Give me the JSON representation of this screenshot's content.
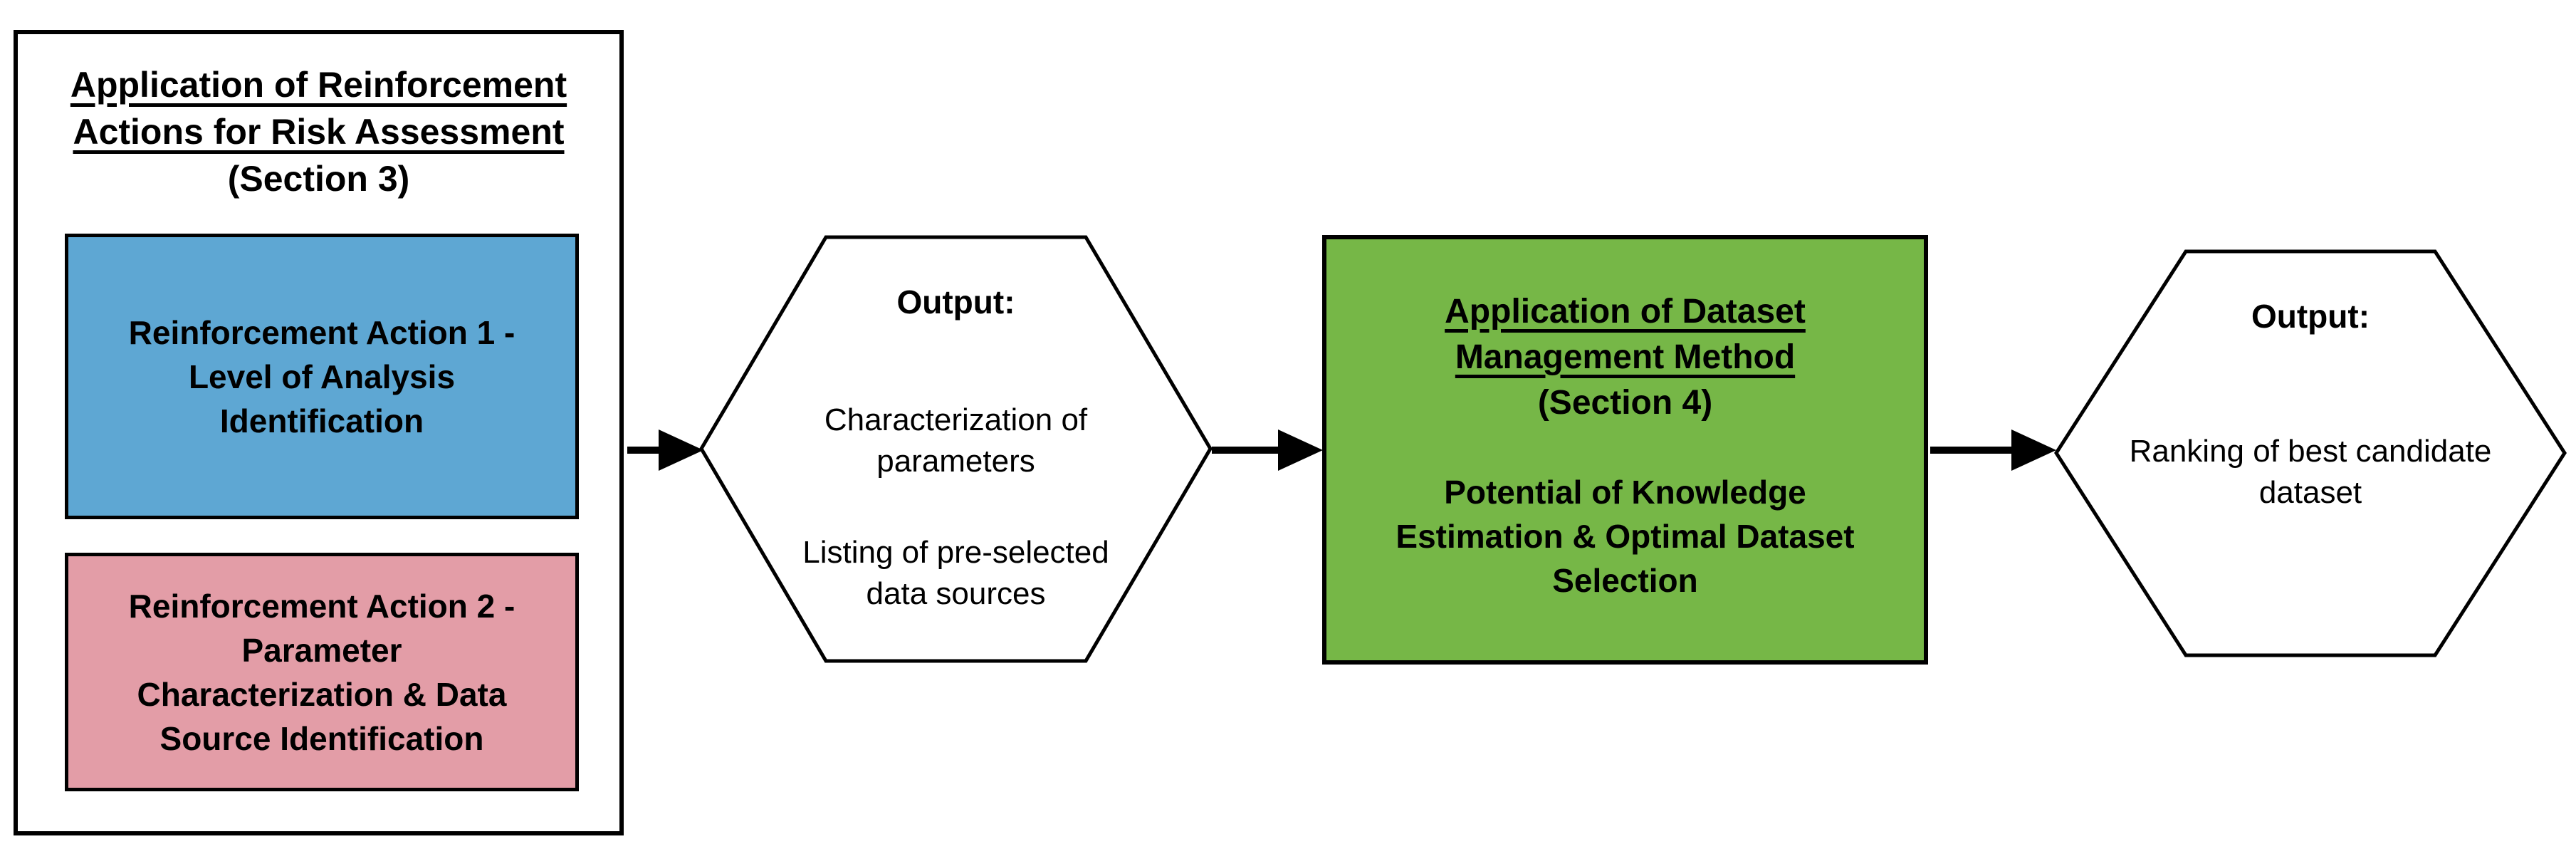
{
  "colors": {
    "action1": "#5EA7D3",
    "action2": "#E39DA7",
    "stage2": "#76B747",
    "shape_fill": "#FFFFFF",
    "line": "#000000"
  },
  "stage1": {
    "title_underlined": "Application of Reinforcement\nActions for Risk Assessment",
    "subtitle": "(Section 3)",
    "action1_label": "Reinforcement Action 1 -\nLevel of Analysis\nIdentification",
    "action2_label": "Reinforcement Action 2 -\nParameter\nCharacterization & Data\nSource Identification"
  },
  "output1": {
    "heading": "Output:",
    "items": {
      "first": "Characterization of\nparameters",
      "second": "Listing of pre-selected\ndata sources"
    }
  },
  "stage2": {
    "title_underlined": "Application of Dataset\nManagement Method",
    "subtitle": "(Section 4)",
    "body": "Potential of Knowledge\nEstimation & Optimal Dataset\nSelection"
  },
  "output2": {
    "heading": "Output:",
    "item": "Ranking of best candidate\ndataset"
  }
}
